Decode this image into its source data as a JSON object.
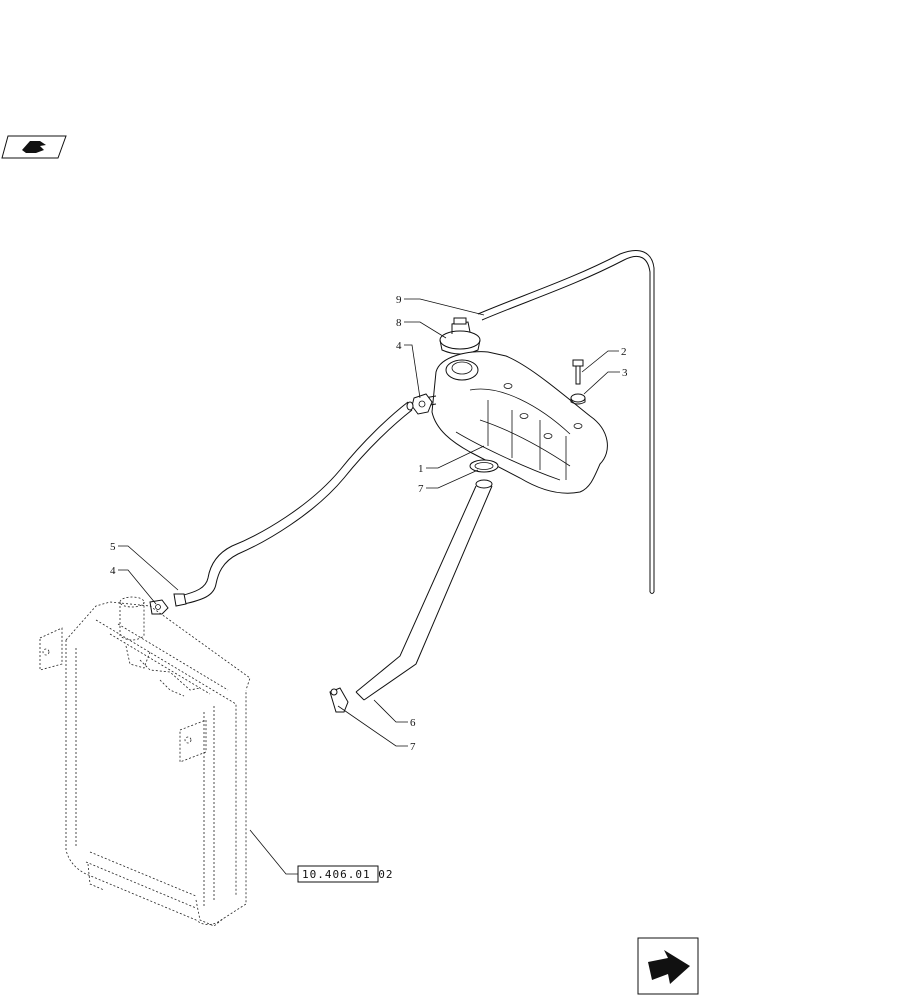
{
  "diagram": {
    "callouts": {
      "c1": "1",
      "c2": "2",
      "c3": "3",
      "c4a": "4",
      "c4b": "4",
      "c5": "5",
      "c6": "6",
      "c7a": "7",
      "c7b": "7",
      "c8": "8",
      "c9": "9"
    },
    "reference_code": "10.406.01 02",
    "icons": {
      "top_left": "hand-pointer-icon",
      "bottom_right": "next-page-arrow-icon"
    },
    "colors": {
      "line": "#111111",
      "background": "#ffffff"
    }
  }
}
